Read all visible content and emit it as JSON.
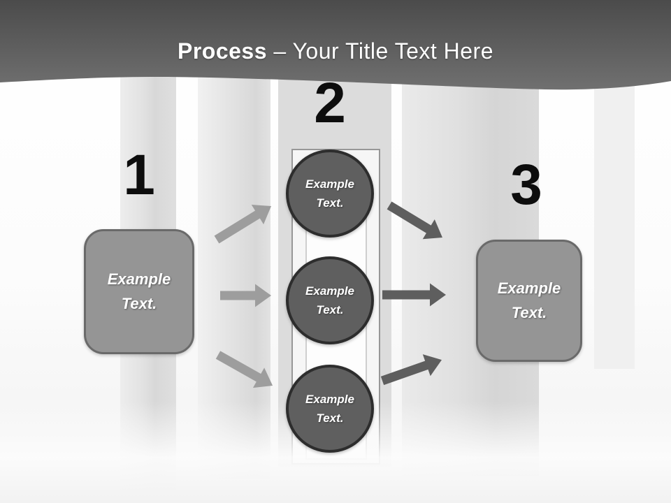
{
  "header": {
    "title_bold": "Process",
    "title_rest": "– Your Title Text Here"
  },
  "diagram": {
    "step1": {
      "number": "1",
      "label": "Example\nText."
    },
    "step2": {
      "number": "2",
      "circles": [
        {
          "label": "Example\nText."
        },
        {
          "label": "Example\nText."
        },
        {
          "label": "Example\nText."
        }
      ]
    },
    "step3": {
      "number": "3",
      "label": "Example\nText."
    }
  },
  "colors": {
    "header-top": "#4b4b4b",
    "header-bottom": "#707070",
    "title-color": "#ffffff",
    "number-color": "#0d0d0d",
    "box-fill": "#959595",
    "box-border": "#6a6a6a",
    "circle-fill": "#5f5f5f",
    "circle-border": "#2d2d2d",
    "arrow-left": "#9d9d9d",
    "arrow-right": "#5e5e5e",
    "shape-text": "#ffffff"
  }
}
